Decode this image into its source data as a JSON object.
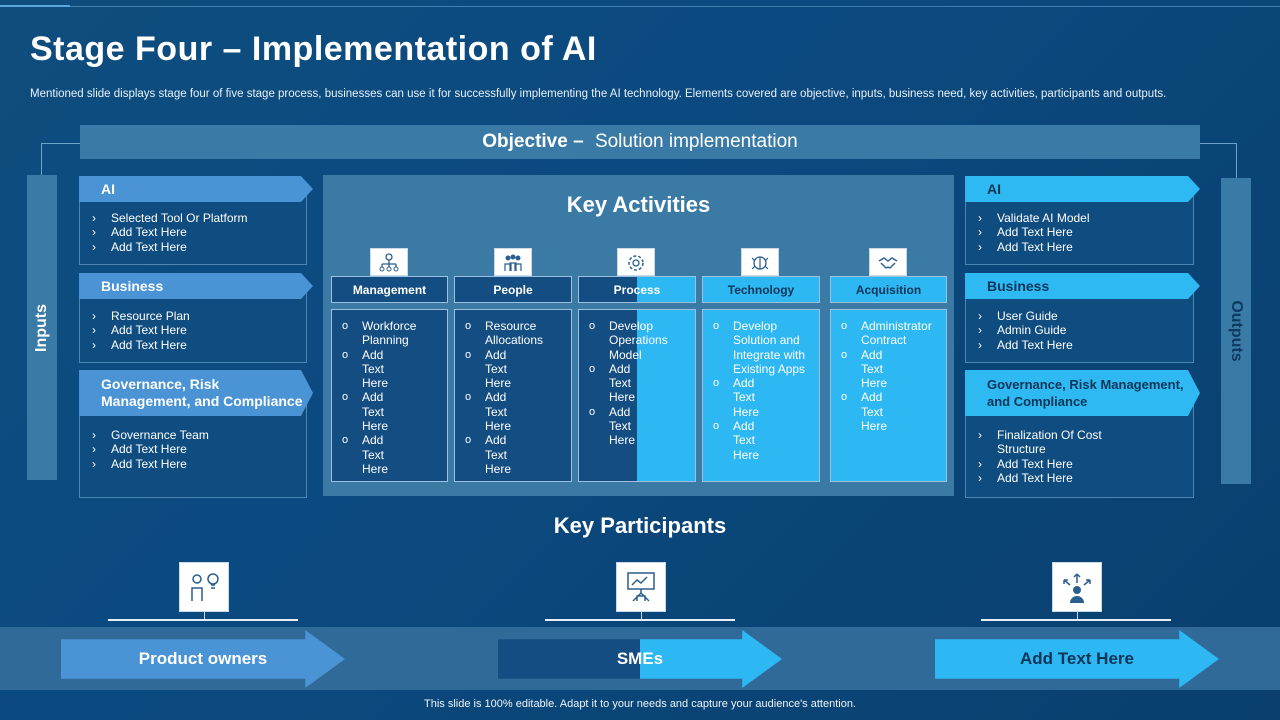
{
  "title": "Stage Four – Implementation of AI",
  "subtitle": "Mentioned slide displays stage four of five stage process, businesses can use it for successfully implementing the AI technology. Elements covered are objective, inputs, business need, key activities, participants and outputs.",
  "objective": {
    "label": "Objective –",
    "value": "Solution implementation"
  },
  "inputs_label": "Inputs",
  "outputs_label": "Outputs",
  "inputs": [
    {
      "title": "AI",
      "items": [
        "Selected Tool Or Platform",
        "Add Text Here",
        "Add Text Here"
      ]
    },
    {
      "title": "Business",
      "items": [
        "Resource Plan",
        "Add Text Here",
        "Add Text Here"
      ]
    },
    {
      "title_line1": "Governance, Risk",
      "title_line2": "Management, and Compliance",
      "items": [
        "Governance Team",
        "Add Text Here",
        "Add Text Here"
      ]
    }
  ],
  "outputs": [
    {
      "title": "AI",
      "items": [
        "Validate AI Model",
        "Add Text Here",
        "Add Text Here"
      ]
    },
    {
      "title": "Business",
      "items": [
        "User Guide",
        "Admin Guide",
        "Add Text Here"
      ]
    },
    {
      "title_line1": "Governance, Risk Management,",
      "title_line2": "and Compliance",
      "items": [
        "Finalization Of Cost Structure",
        "Add Text Here",
        "Add Text Here"
      ]
    }
  ],
  "key_activities": {
    "title": "Key Activities",
    "columns": [
      {
        "head": "Management",
        "icon": "org-chart-icon",
        "items": [
          "Workforce Planning",
          "Add Text Here",
          "Add Text Here",
          "Add Text Here"
        ]
      },
      {
        "head": "People",
        "icon": "people-icon",
        "items": [
          "Resource Allocations",
          "Add Text Here",
          "Add Text Here",
          "Add Text Here"
        ]
      },
      {
        "head": "Process",
        "icon": "process-gear-icon",
        "items": [
          "Develop Operations Model",
          "Add Text Here",
          "Add Text Here"
        ]
      },
      {
        "head": "Technology",
        "icon": "ai-brain-icon",
        "items": [
          "Develop Solution and Integrate with Existing Apps",
          "Add Text Here",
          "Add Text Here"
        ]
      },
      {
        "head": "Acquisition",
        "icon": "handshake-icon",
        "items": [
          "Administrator Contract",
          "Add Text Here",
          "Add Text Here"
        ]
      }
    ]
  },
  "key_participants": {
    "title": "Key Participants",
    "items": [
      {
        "label": "Product owners",
        "icon": "person-idea-icon"
      },
      {
        "label": "SMEs",
        "icon": "presentation-icon"
      },
      {
        "label": "Add Text Here",
        "icon": "person-arrows-icon"
      }
    ]
  },
  "footer": "This slide is 100% editable. Adapt it to your needs and capture your audience's attention.",
  "colors": {
    "background": "#0b4a80",
    "panel": "#3c7aa6",
    "dark_blue": "#134d82",
    "cyan": "#2db8f3",
    "tab_blue": "#4a93d4"
  }
}
